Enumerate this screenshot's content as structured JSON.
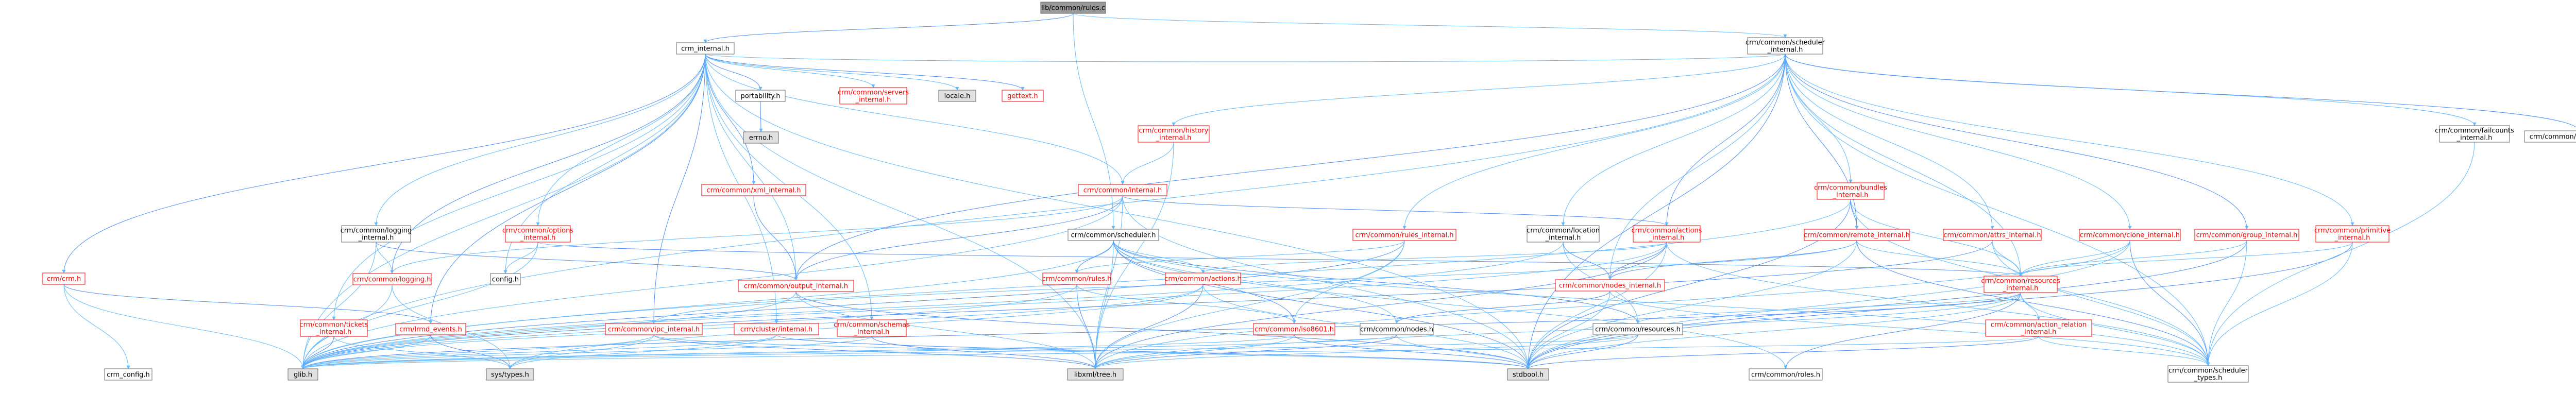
{
  "graph": {
    "colors": {
      "edge": "#63b8ff",
      "edge_alt": "#4f8ef7",
      "box_border": "#666666",
      "box_fill": "#ffffff",
      "red_border": "#ff0000",
      "red_text": "#ff0000",
      "gray_fill": "#e0e0e0",
      "root_fill": "#999999",
      "text": "#000000"
    },
    "nodes": [
      {
        "id": "root",
        "kind": "root",
        "label": [
          "lib/common/rules.c"
        ]
      },
      {
        "id": "crm_internal",
        "kind": "normal",
        "label": [
          "crm_internal.h"
        ]
      },
      {
        "id": "sched_internal",
        "kind": "normal",
        "label": [
          "crm/common/scheduler",
          "_internal.h"
        ]
      },
      {
        "id": "portability",
        "kind": "normal",
        "label": [
          "portability.h"
        ]
      },
      {
        "id": "servers_internal",
        "kind": "red",
        "label": [
          "crm/common/servers",
          "_internal.h"
        ]
      },
      {
        "id": "locale",
        "kind": "gray",
        "label": [
          "locale.h"
        ]
      },
      {
        "id": "gettext",
        "kind": "red",
        "label": [
          "gettext.h"
        ]
      },
      {
        "id": "errno",
        "kind": "gray",
        "label": [
          "errno.h"
        ]
      },
      {
        "id": "history_internal",
        "kind": "red",
        "label": [
          "crm/common/history",
          "_internal.h"
        ]
      },
      {
        "id": "common_internal",
        "kind": "red",
        "label": [
          "crm/common/internal.h"
        ]
      },
      {
        "id": "xml_internal",
        "kind": "red",
        "label": [
          "crm/common/xml_internal.h"
        ]
      },
      {
        "id": "logging_internal",
        "kind": "normal",
        "label": [
          "crm/common/logging",
          "_internal.h"
        ]
      },
      {
        "id": "options_internal",
        "kind": "red",
        "label": [
          "crm/common/options",
          "_internal.h"
        ]
      },
      {
        "id": "crm_h",
        "kind": "red",
        "label": [
          "crm/crm.h"
        ]
      },
      {
        "id": "config",
        "kind": "normal",
        "label": [
          "config.h"
        ]
      },
      {
        "id": "output_internal",
        "kind": "red",
        "label": [
          "crm/common/output_internal.h"
        ]
      },
      {
        "id": "logging",
        "kind": "red",
        "label": [
          "crm/common/logging.h"
        ]
      },
      {
        "id": "scheduler_h",
        "kind": "normal",
        "label": [
          "crm/common/scheduler.h"
        ]
      },
      {
        "id": "rules_internal",
        "kind": "red",
        "label": [
          "crm/common/rules_internal.h"
        ]
      },
      {
        "id": "rules",
        "kind": "red",
        "label": [
          "crm/common/rules.h"
        ]
      },
      {
        "id": "actions",
        "kind": "red",
        "label": [
          "crm/common/actions.h"
        ]
      },
      {
        "id": "location_internal",
        "kind": "normal",
        "label": [
          "crm/common/location",
          "_internal.h"
        ]
      },
      {
        "id": "actions_internal",
        "kind": "red",
        "label": [
          "crm/common/actions",
          "_internal.h"
        ]
      },
      {
        "id": "nodes_internal",
        "kind": "red",
        "label": [
          "crm/common/nodes_internal.h"
        ]
      },
      {
        "id": "bundles_internal",
        "kind": "red",
        "label": [
          "crm/common/bundles",
          "_internal.h"
        ]
      },
      {
        "id": "remote_internal",
        "kind": "red",
        "label": [
          "crm/common/remote_internal.h"
        ]
      },
      {
        "id": "attrs_internal",
        "kind": "red",
        "label": [
          "crm/common/attrs_internal.h"
        ]
      },
      {
        "id": "clone_internal",
        "kind": "red",
        "label": [
          "crm/common/clone_internal.h"
        ]
      },
      {
        "id": "group_internal",
        "kind": "red",
        "label": [
          "crm/common/group_internal.h"
        ]
      },
      {
        "id": "primitive_internal",
        "kind": "red",
        "label": [
          "crm/common/primitive",
          "_internal.h"
        ]
      },
      {
        "id": "failcounts_internal",
        "kind": "normal",
        "label": [
          "crm/common/failcounts",
          "_internal.h"
        ]
      },
      {
        "id": "roles_internal",
        "kind": "normal",
        "label": [
          "crm/common/roles_internal.h"
        ]
      },
      {
        "id": "resources_internal",
        "kind": "red",
        "label": [
          "crm/common/resources",
          "_internal.h"
        ]
      },
      {
        "id": "tickets_internal",
        "kind": "red",
        "label": [
          "crm/common/tickets",
          "_internal.h"
        ]
      },
      {
        "id": "lrmd_events",
        "kind": "red",
        "label": [
          "crm/lrmd_events.h"
        ]
      },
      {
        "id": "ipc_internal",
        "kind": "red",
        "label": [
          "crm/common/ipc_internal.h"
        ]
      },
      {
        "id": "cluster_internal",
        "kind": "red",
        "label": [
          "crm/cluster/internal.h"
        ]
      },
      {
        "id": "schemas_internal",
        "kind": "red",
        "label": [
          "crm/common/schemas",
          "_internal.h"
        ]
      },
      {
        "id": "iso8601",
        "kind": "red",
        "label": [
          "crm/common/iso8601.h"
        ]
      },
      {
        "id": "nodes",
        "kind": "normal",
        "label": [
          "crm/common/nodes.h"
        ]
      },
      {
        "id": "resources",
        "kind": "normal",
        "label": [
          "crm/common/resources.h"
        ]
      },
      {
        "id": "action_relation_internal",
        "kind": "red",
        "label": [
          "crm/common/action_relation",
          "_internal.h"
        ]
      },
      {
        "id": "roles",
        "kind": "normal",
        "label": [
          "crm/common/roles.h"
        ]
      },
      {
        "id": "scheduler_types",
        "kind": "normal",
        "label": [
          "crm/common/scheduler",
          "_types.h"
        ]
      },
      {
        "id": "crm_config",
        "kind": "normal",
        "label": [
          "crm_config.h"
        ]
      },
      {
        "id": "glib",
        "kind": "gray",
        "label": [
          "glib.h"
        ]
      },
      {
        "id": "sys_types",
        "kind": "gray",
        "label": [
          "sys/types.h"
        ]
      },
      {
        "id": "libxml_tree",
        "kind": "gray",
        "label": [
          "libxml/tree.h"
        ]
      },
      {
        "id": "stdbool",
        "kind": "gray",
        "label": [
          "stdbool.h"
        ]
      }
    ],
    "edges": [
      [
        "root",
        "crm_internal"
      ],
      [
        "root",
        "sched_internal"
      ],
      [
        "root",
        "scheduler_h"
      ],
      [
        "crm_internal",
        "portability"
      ],
      [
        "crm_internal",
        "servers_internal"
      ],
      [
        "crm_internal",
        "locale"
      ],
      [
        "crm_internal",
        "gettext"
      ],
      [
        "crm_internal",
        "sched_internal"
      ],
      [
        "crm_internal",
        "common_internal"
      ],
      [
        "crm_internal",
        "xml_internal"
      ],
      [
        "crm_internal",
        "logging_internal"
      ],
      [
        "crm_internal",
        "options_internal"
      ],
      [
        "crm_internal",
        "crm_h"
      ],
      [
        "crm_internal",
        "config"
      ],
      [
        "crm_internal",
        "output_internal"
      ],
      [
        "crm_internal",
        "logging"
      ],
      [
        "crm_internal",
        "glib"
      ],
      [
        "crm_internal",
        "stdbool"
      ],
      [
        "crm_internal",
        "ipc_internal"
      ],
      [
        "crm_internal",
        "cluster_internal"
      ],
      [
        "crm_internal",
        "schemas_internal"
      ],
      [
        "crm_internal",
        "lrmd_events"
      ],
      [
        "crm_internal",
        "tickets_internal"
      ],
      [
        "crm_internal",
        "libxml_tree"
      ],
      [
        "portability",
        "errno"
      ],
      [
        "sched_internal",
        "history_internal"
      ],
      [
        "sched_internal",
        "location_internal"
      ],
      [
        "sched_internal",
        "actions_internal"
      ],
      [
        "sched_internal",
        "rules_internal"
      ],
      [
        "sched_internal",
        "bundles_internal"
      ],
      [
        "sched_internal",
        "remote_internal"
      ],
      [
        "sched_internal",
        "attrs_internal"
      ],
      [
        "sched_internal",
        "clone_internal"
      ],
      [
        "sched_internal",
        "group_internal"
      ],
      [
        "sched_internal",
        "primitive_internal"
      ],
      [
        "sched_internal",
        "failcounts_internal"
      ],
      [
        "sched_internal",
        "roles_internal"
      ],
      [
        "sched_internal",
        "resources_internal"
      ],
      [
        "sched_internal",
        "nodes_internal"
      ],
      [
        "sched_internal",
        "output_internal"
      ],
      [
        "sched_internal",
        "scheduler_types"
      ],
      [
        "sched_internal",
        "glib"
      ],
      [
        "sched_internal",
        "stdbool"
      ],
      [
        "history_internal",
        "common_internal"
      ],
      [
        "history_internal",
        "libxml_tree"
      ],
      [
        "common_internal",
        "output_internal"
      ],
      [
        "common_internal",
        "logging"
      ],
      [
        "common_internal",
        "glib"
      ],
      [
        "common_internal",
        "actions_internal"
      ],
      [
        "common_internal",
        "libxml_tree"
      ],
      [
        "common_internal",
        "stdbool"
      ],
      [
        "xml_internal",
        "output_internal"
      ],
      [
        "logging_internal",
        "logging"
      ],
      [
        "logging_internal",
        "glib"
      ],
      [
        "logging_internal",
        "output_internal"
      ],
      [
        "options_internal",
        "glib"
      ],
      [
        "options_internal",
        "config"
      ],
      [
        "options_internal",
        "resources_internal"
      ],
      [
        "crm_h",
        "glib"
      ],
      [
        "crm_h",
        "crm_config"
      ],
      [
        "crm_h",
        "lrmd_events"
      ],
      [
        "output_internal",
        "glib"
      ],
      [
        "output_internal",
        "libxml_tree"
      ],
      [
        "output_internal",
        "stdbool"
      ],
      [
        "logging",
        "glib"
      ],
      [
        "logging",
        "sys_types"
      ],
      [
        "scheduler_h",
        "rules"
      ],
      [
        "scheduler_h",
        "actions"
      ],
      [
        "scheduler_h",
        "nodes"
      ],
      [
        "scheduler_h",
        "resources"
      ],
      [
        "scheduler_h",
        "roles"
      ],
      [
        "scheduler_h",
        "scheduler_types"
      ],
      [
        "scheduler_h",
        "iso8601"
      ],
      [
        "scheduler_h",
        "glib"
      ],
      [
        "scheduler_h",
        "libxml_tree"
      ],
      [
        "scheduler_h",
        "stdbool"
      ],
      [
        "rules_internal",
        "rules"
      ],
      [
        "rules_internal",
        "iso8601"
      ],
      [
        "rules_internal",
        "glib"
      ],
      [
        "rules_internal",
        "libxml_tree"
      ],
      [
        "rules",
        "glib"
      ],
      [
        "rules",
        "libxml_tree"
      ],
      [
        "rules",
        "iso8601"
      ],
      [
        "actions",
        "glib"
      ],
      [
        "actions",
        "libxml_tree"
      ],
      [
        "actions",
        "stdbool"
      ],
      [
        "actions",
        "sys_types"
      ],
      [
        "location_internal",
        "nodes_internal"
      ],
      [
        "location_internal",
        "glib"
      ],
      [
        "location_internal",
        "resources"
      ],
      [
        "actions_internal",
        "nodes_internal"
      ],
      [
        "actions_internal",
        "actions"
      ],
      [
        "actions_internal",
        "glib"
      ],
      [
        "actions_internal",
        "libxml_tree"
      ],
      [
        "actions_internal",
        "stdbool"
      ],
      [
        "actions_internal",
        "scheduler_types"
      ],
      [
        "nodes_internal",
        "nodes"
      ],
      [
        "nodes_internal",
        "stdbool"
      ],
      [
        "nodes_internal",
        "scheduler_types"
      ],
      [
        "bundles_internal",
        "remote_internal"
      ],
      [
        "bundles_internal",
        "resources_internal"
      ],
      [
        "bundles_internal",
        "glib"
      ],
      [
        "bundles_internal",
        "stdbool"
      ],
      [
        "bundles_internal",
        "scheduler_types"
      ],
      [
        "remote_internal",
        "resources_internal"
      ],
      [
        "remote_internal",
        "nodes_internal"
      ],
      [
        "remote_internal",
        "stdbool"
      ],
      [
        "remote_internal",
        "ipc_internal"
      ],
      [
        "remote_internal",
        "scheduler_types"
      ],
      [
        "attrs_internal",
        "resources_internal"
      ],
      [
        "attrs_internal",
        "scheduler_types"
      ],
      [
        "attrs_internal",
        "glib"
      ],
      [
        "clone_internal",
        "resources_internal"
      ],
      [
        "clone_internal",
        "stdbool"
      ],
      [
        "clone_internal",
        "scheduler_types"
      ],
      [
        "clone_internal",
        "libxml_tree"
      ],
      [
        "group_internal",
        "resources_internal"
      ],
      [
        "group_internal",
        "stdbool"
      ],
      [
        "group_internal",
        "scheduler_types"
      ],
      [
        "primitive_internal",
        "resources_internal"
      ],
      [
        "primitive_internal",
        "stdbool"
      ],
      [
        "primitive_internal",
        "scheduler_types"
      ],
      [
        "resources_internal",
        "resources"
      ],
      [
        "resources_internal",
        "roles"
      ],
      [
        "resources_internal",
        "action_relation_internal"
      ],
      [
        "resources_internal",
        "scheduler_types"
      ],
      [
        "resources_internal",
        "glib"
      ],
      [
        "resources_internal",
        "stdbool"
      ],
      [
        "resources_internal",
        "libxml_tree"
      ],
      [
        "tickets_internal",
        "glib"
      ],
      [
        "tickets_internal",
        "sys_types"
      ],
      [
        "lrmd_events",
        "glib"
      ],
      [
        "lrmd_events",
        "sys_types"
      ],
      [
        "ipc_internal",
        "glib"
      ],
      [
        "ipc_internal",
        "sys_types"
      ],
      [
        "ipc_internal",
        "libxml_tree"
      ],
      [
        "ipc_internal",
        "stdbool"
      ],
      [
        "cluster_internal",
        "glib"
      ],
      [
        "cluster_internal",
        "stdbool"
      ],
      [
        "cluster_internal",
        "sys_types"
      ],
      [
        "schemas_internal",
        "glib"
      ],
      [
        "schemas_internal",
        "libxml_tree"
      ],
      [
        "iso8601",
        "glib"
      ],
      [
        "iso8601",
        "libxml_tree"
      ],
      [
        "iso8601",
        "stdbool"
      ],
      [
        "nodes",
        "glib"
      ],
      [
        "nodes",
        "stdbool"
      ],
      [
        "nodes",
        "libxml_tree"
      ],
      [
        "resources",
        "glib"
      ],
      [
        "resources",
        "libxml_tree"
      ],
      [
        "resources",
        "stdbool"
      ],
      [
        "action_relation_internal",
        "scheduler_types"
      ],
      [
        "action_relation_internal",
        "glib"
      ],
      [
        "action_relation_internal",
        "stdbool"
      ],
      [
        "failcounts_internal",
        "scheduler_types"
      ]
    ]
  }
}
